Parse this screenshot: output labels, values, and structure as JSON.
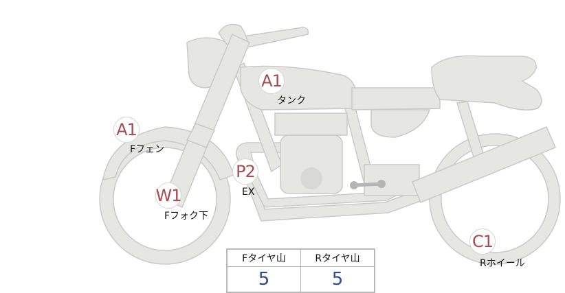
{
  "markers": [
    {
      "code": "A1",
      "label": "タンク"
    },
    {
      "code": "A1",
      "label": "Fフェン"
    },
    {
      "code": "P2",
      "label": "EX"
    },
    {
      "code": "W1",
      "label": "Fフォク下"
    },
    {
      "code": "C1",
      "label": "Rホイール"
    }
  ],
  "tread_table": {
    "headers": [
      "Fタイヤ山",
      "Rタイヤ山"
    ],
    "values": [
      "5",
      "5"
    ]
  },
  "colors": {
    "part_fill": "#e6e6e3",
    "part_stroke": "#c9c9c6",
    "marker_text": "#a84a4f",
    "value_text": "#2f4a8a"
  }
}
